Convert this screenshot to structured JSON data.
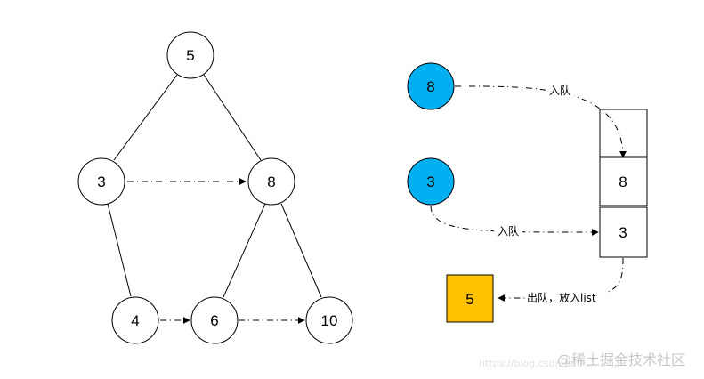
{
  "tree": {
    "nodes": [
      {
        "id": "n5",
        "label": "5"
      },
      {
        "id": "n3",
        "label": "3"
      },
      {
        "id": "n8",
        "label": "8"
      },
      {
        "id": "n4",
        "label": "4"
      },
      {
        "id": "n6",
        "label": "6"
      },
      {
        "id": "n10",
        "label": "10"
      }
    ]
  },
  "queue": {
    "incoming": [
      {
        "id": "q8",
        "label": "8",
        "color": "#00b0f0"
      },
      {
        "id": "q3",
        "label": "3",
        "color": "#00b0f0"
      }
    ],
    "cells": [
      "",
      "8",
      "3"
    ],
    "enqueue_label": "入队",
    "dequeue_label": "出队，放入list",
    "output": {
      "label": "5",
      "color": "#ffc000"
    }
  },
  "watermark": {
    "url": "https://blog.csdn.net/...",
    "brand": "@稀土掘金技术社区"
  }
}
